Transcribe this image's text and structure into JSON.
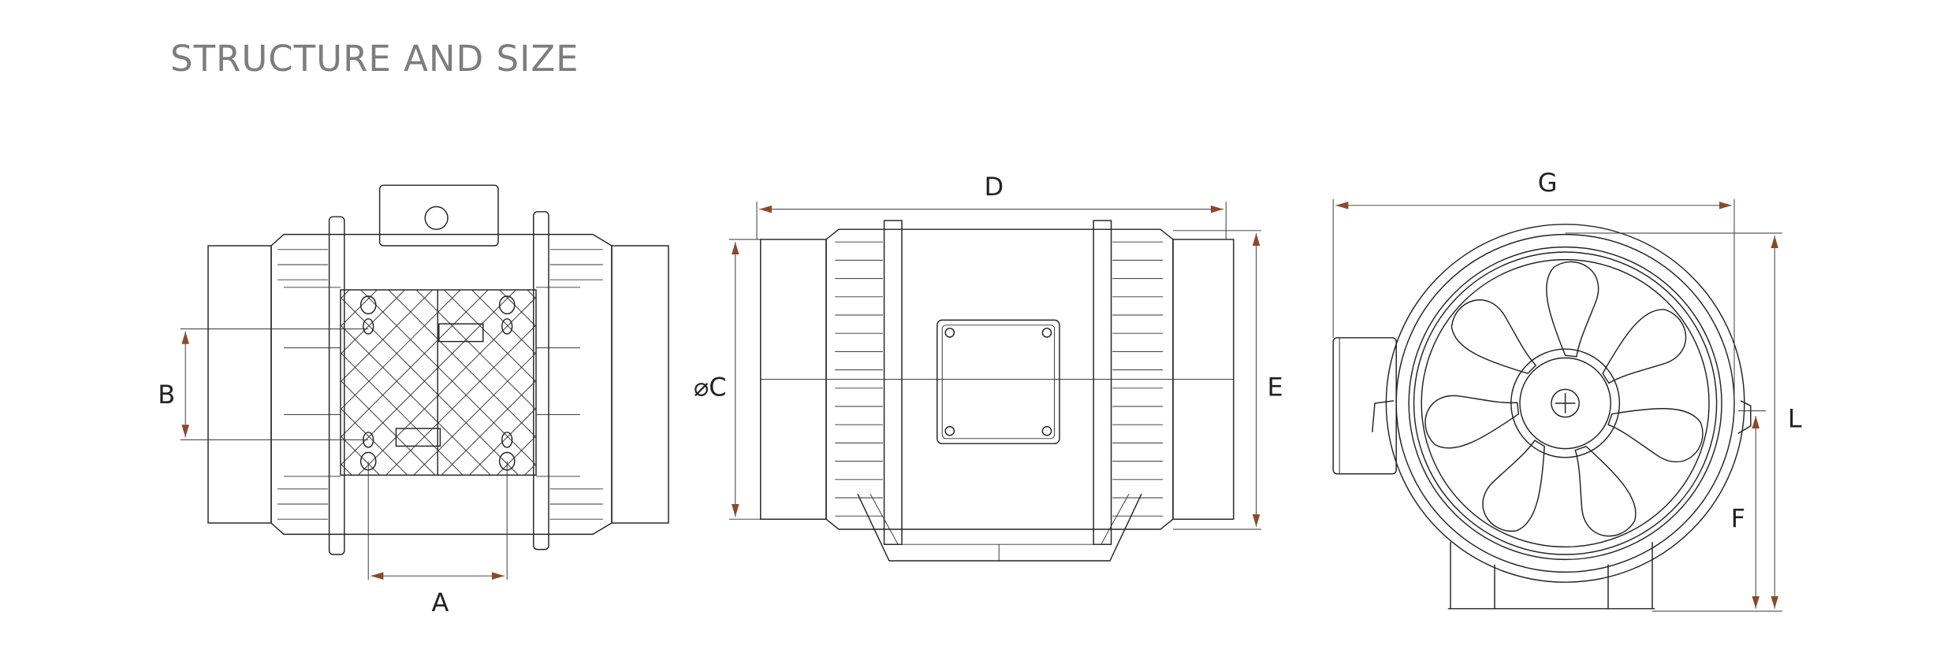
{
  "title": "STRUCTURE AND SIZE",
  "dimensions": {
    "A": "A",
    "B": "B",
    "C": "⌀C",
    "D": "D",
    "E": "E",
    "F": "F",
    "G": "G",
    "L": "L"
  },
  "colors": {
    "title": "#7d7d7d",
    "line": "#222222",
    "dimension_arrow": "#8b4a2b"
  }
}
